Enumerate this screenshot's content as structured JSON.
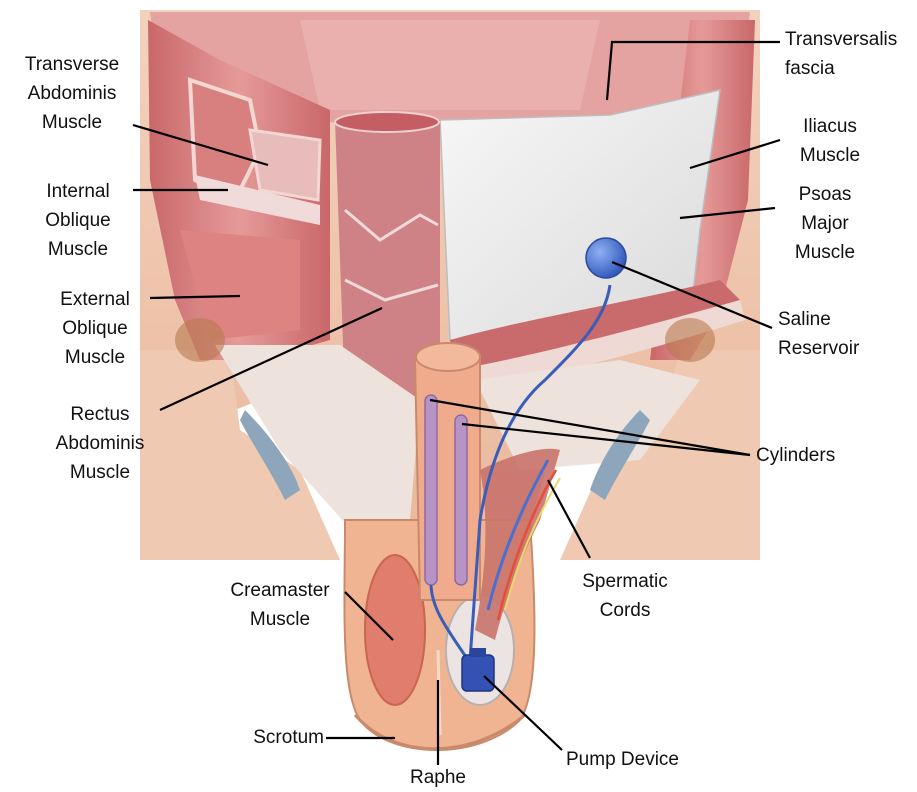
{
  "labels": {
    "transverse_abdominis": [
      "Transverse",
      "Abdominis",
      "Muscle"
    ],
    "internal_oblique": [
      "Internal",
      "Oblique",
      "Muscle"
    ],
    "external_oblique": [
      "External",
      "Oblique",
      "Muscle"
    ],
    "rectus_abdominis": [
      "Rectus",
      "Abdominis",
      "Muscle"
    ],
    "creamaster": [
      "Creamaster",
      "Muscle"
    ],
    "scrotum": [
      "Scrotum"
    ],
    "raphe": [
      "Raphe"
    ],
    "transversalis_fascia": [
      "Transversalis",
      "fascia"
    ],
    "iliacus": [
      "Iliacus",
      "Muscle"
    ],
    "psoas_major": [
      "Psoas",
      "Major",
      "Muscle"
    ],
    "saline_reservoir": [
      "Saline",
      "Reservoir"
    ],
    "cylinders": [
      "Cylinders"
    ],
    "spermatic_cords": [
      "Spermatic",
      "Cords"
    ],
    "pump_device": [
      "Pump Device"
    ]
  },
  "colors": {
    "muscle": "#d9777a",
    "muscle_dark": "#b9595d",
    "fascia": "#eeeeee",
    "skin": "#f1c9b0",
    "device_blue": "#3f66c9",
    "leader_line": "#000000"
  }
}
